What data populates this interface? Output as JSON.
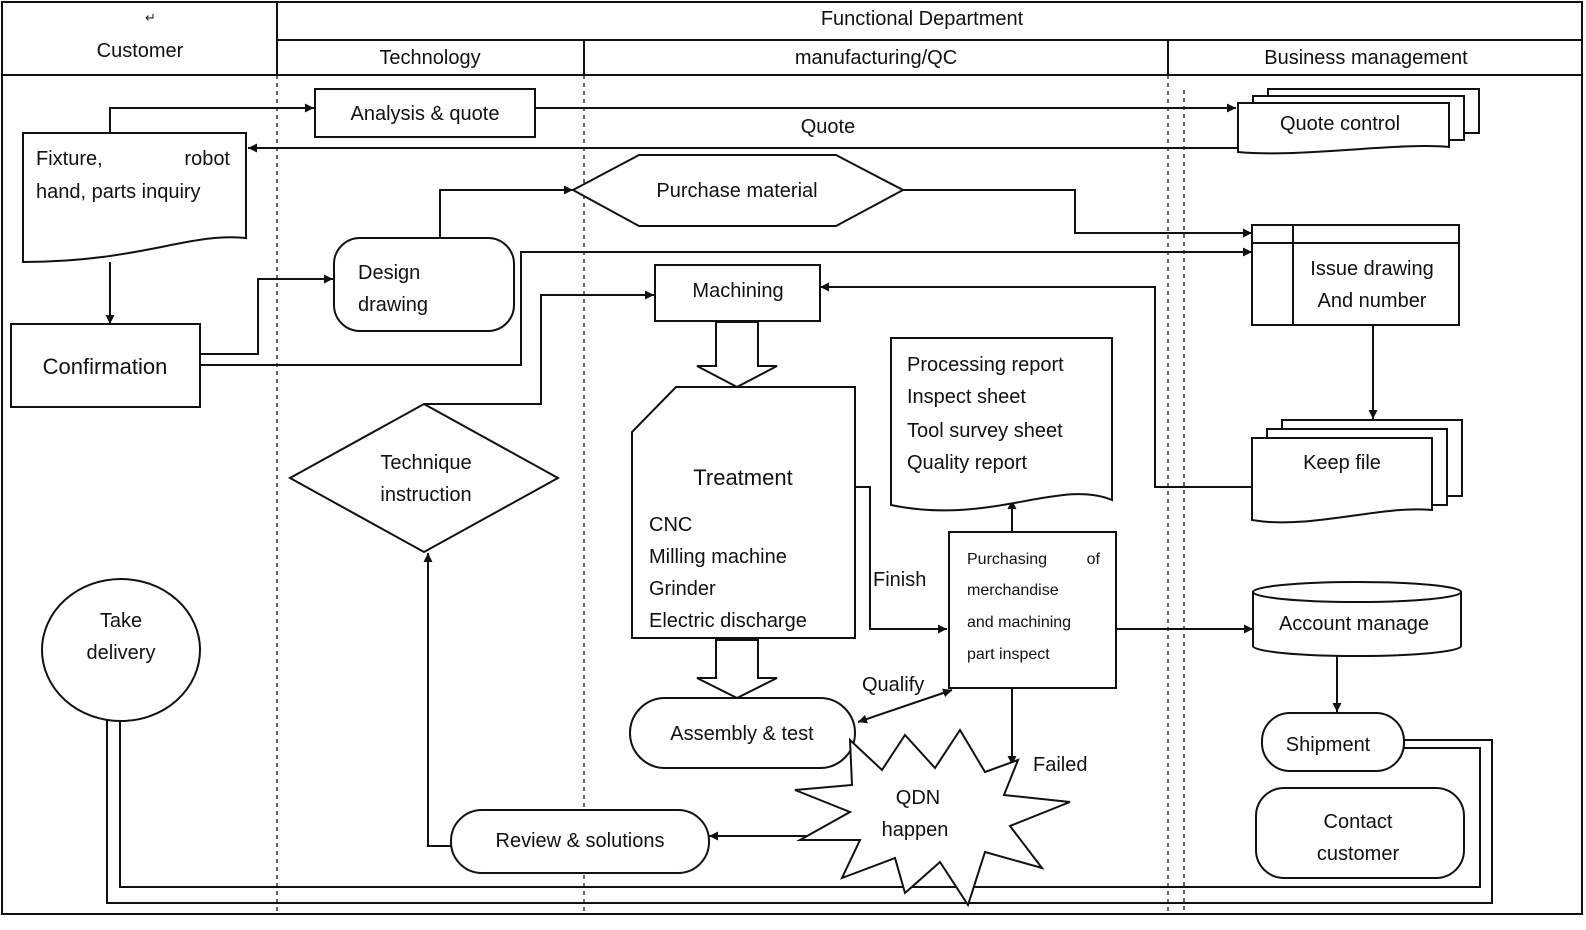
{
  "header": {
    "customer": "Customer",
    "functional_department": "Functional Department",
    "technology": "Technology",
    "manufacturing_qc": "manufacturing/QC",
    "business_management": "Business management"
  },
  "nodes": {
    "fixture_inquiry": {
      "line1_left": "Fixture,",
      "line1_right": "robot",
      "line2": "hand, parts inquiry"
    },
    "confirmation": "Confirmation",
    "take_delivery": {
      "line1": "Take",
      "line2": "delivery"
    },
    "analysis_quote": "Analysis & quote",
    "design_drawing": {
      "line1": "Design",
      "line2": "drawing"
    },
    "technique_instruction": {
      "line1": "Technique",
      "line2": "instruction"
    },
    "purchase_material": "Purchase material",
    "machining": "Machining",
    "treatment": {
      "title": "Treatment",
      "items": [
        "CNC",
        "Milling machine",
        "Grinder",
        "Electric discharge"
      ]
    },
    "assembly_test": "Assembly & test",
    "review_solutions": "Review & solutions",
    "qdn_happen": {
      "line1": "QDN",
      "line2": "happen"
    },
    "reports": [
      "Processing report",
      "Inspect sheet",
      "Tool survey sheet",
      "Quality report"
    ],
    "purchasing_inspect": {
      "line1_left": "Purchasing",
      "line1_right": "of",
      "line2": "merchandise",
      "line3": "and machining",
      "line4": "part inspect"
    },
    "quote_control": "Quote control",
    "issue_drawing": {
      "line1": "Issue drawing",
      "line2": "And number"
    },
    "keep_file": "Keep file",
    "account_manage": "Account manage",
    "shipment": "Shipment",
    "contact_customer": {
      "line1": "Contact",
      "line2": "customer"
    }
  },
  "edge_labels": {
    "quote": "Quote",
    "finish": "Finish",
    "qualify": "Qualify",
    "failed": "Failed"
  }
}
